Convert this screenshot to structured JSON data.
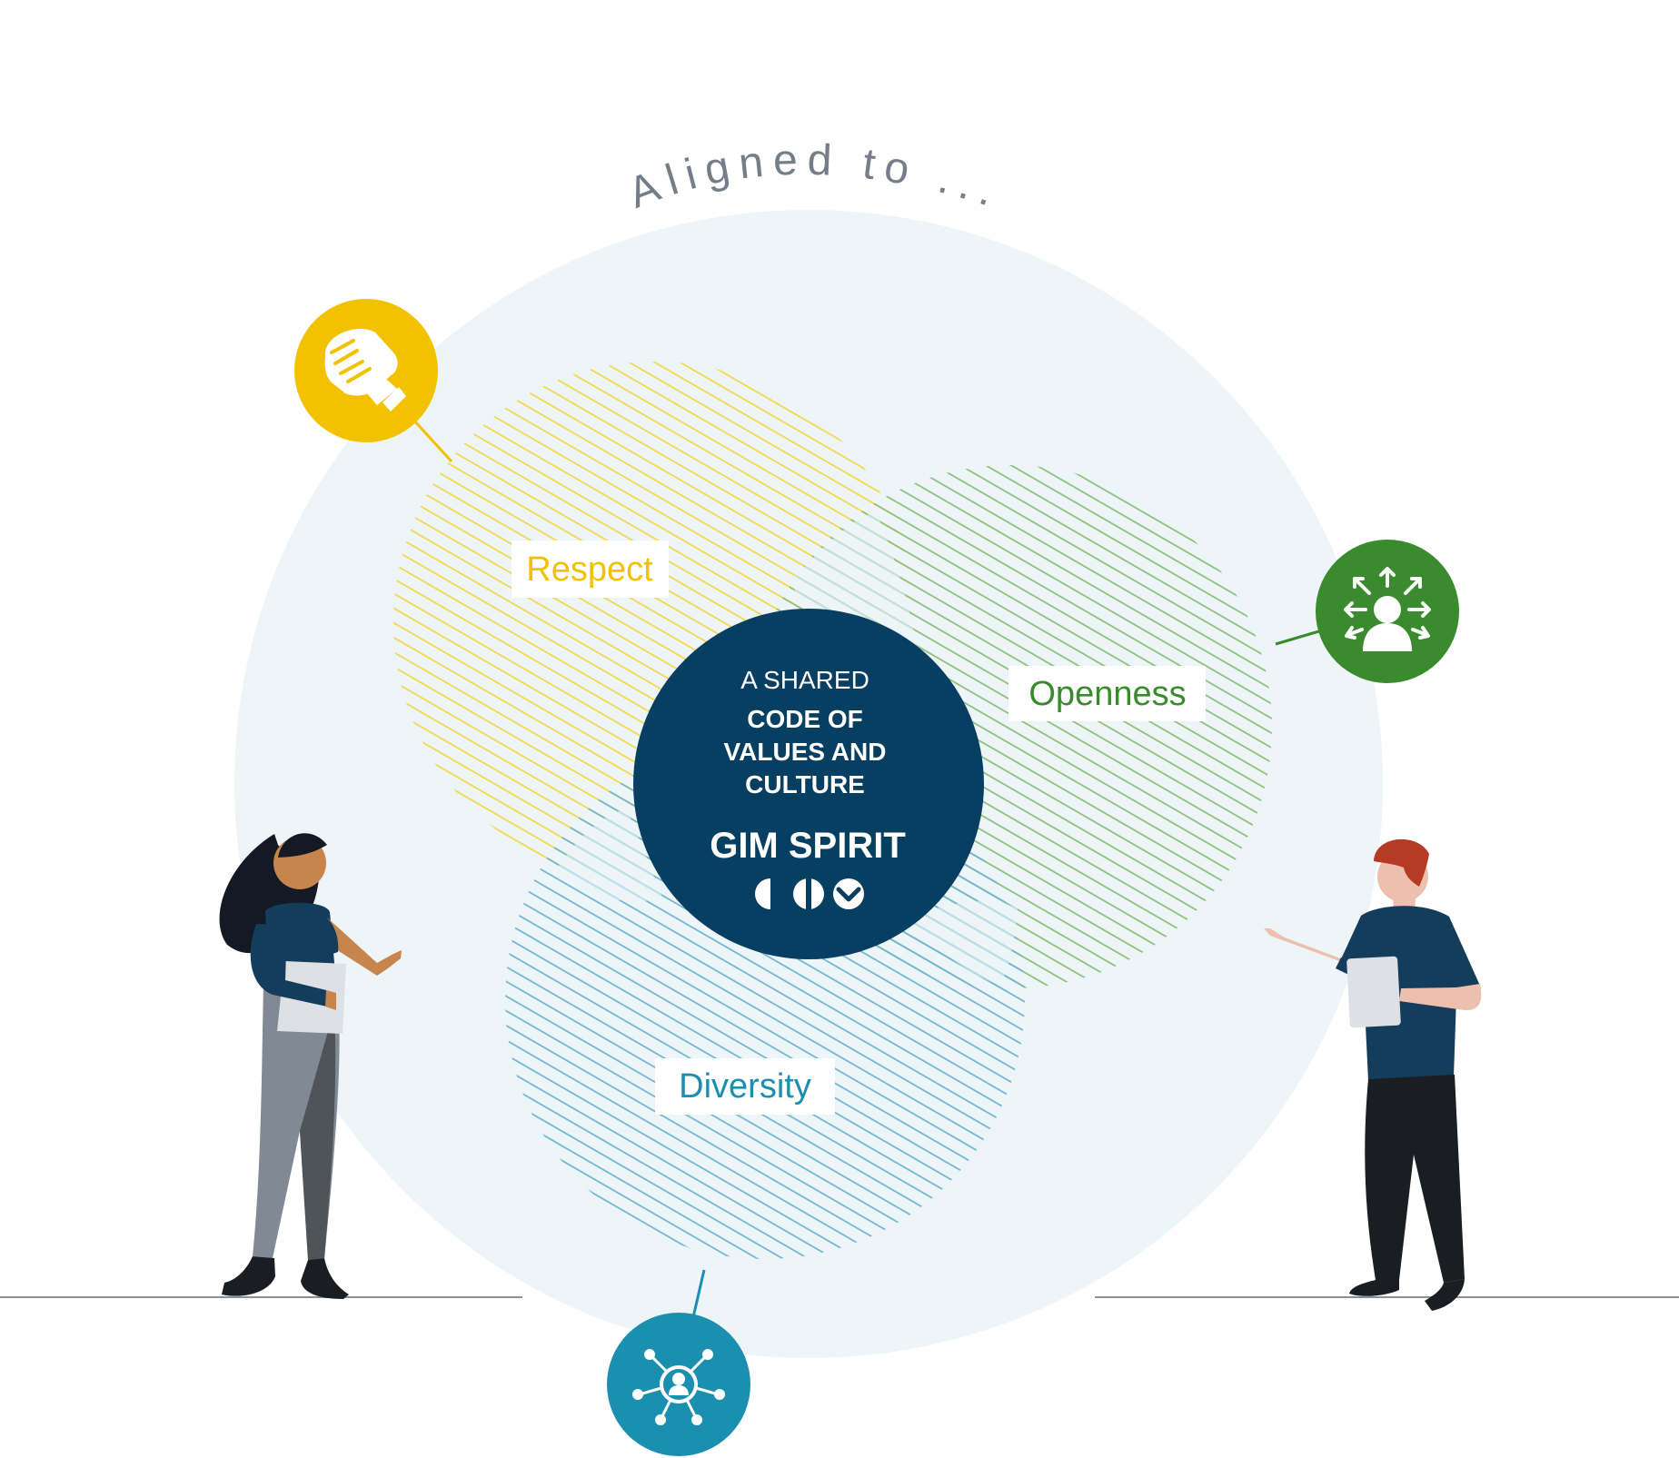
{
  "arc_heading": "Aligned to ...",
  "values": {
    "respect": {
      "label": "Respect",
      "color": "#f2c200",
      "icon": "fist-bump-icon"
    },
    "openness": {
      "label": "Openness",
      "color": "#3a8a2e",
      "icon": "person-arrows-outward-icon"
    },
    "diversity": {
      "label": "Diversity",
      "color": "#1a8fb0",
      "icon": "person-network-icon"
    }
  },
  "center": {
    "line1": "A SHARED",
    "line2": "CODE OF",
    "line3": "VALUES AND",
    "line4": "CULTURE",
    "brand": "GIM SPIRIT",
    "logo_icon": "gim-logo-icon",
    "color": "#073f62"
  },
  "colors": {
    "big_circle": "#eef5f8",
    "heading_text": "#747d88",
    "ground_line": "#8a9096"
  }
}
